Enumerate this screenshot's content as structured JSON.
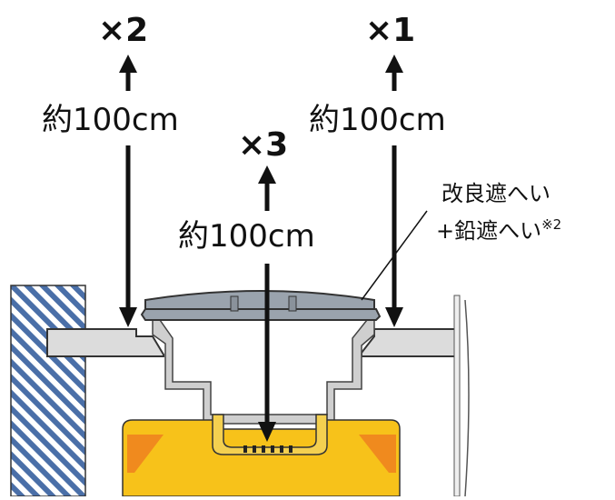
{
  "points": [
    {
      "id": "p1",
      "multiplier": "×1",
      "distance": "約100cm"
    },
    {
      "id": "p2",
      "multiplier": "×2",
      "distance": "約100cm"
    },
    {
      "id": "p3",
      "multiplier": "×3",
      "distance": "約100cm"
    }
  ],
  "shield_note": {
    "line1": "改良遮へい",
    "line2": "+鉛遮へい",
    "footnote": "※2"
  },
  "colors": {
    "arrow": "#111111",
    "concrete": "#dcdcdc",
    "lid": "#9aa3ad",
    "fuel": "#f7c21a",
    "fuel_edge": "#f08a1e",
    "wall_hatch": "#4a6fa8"
  }
}
